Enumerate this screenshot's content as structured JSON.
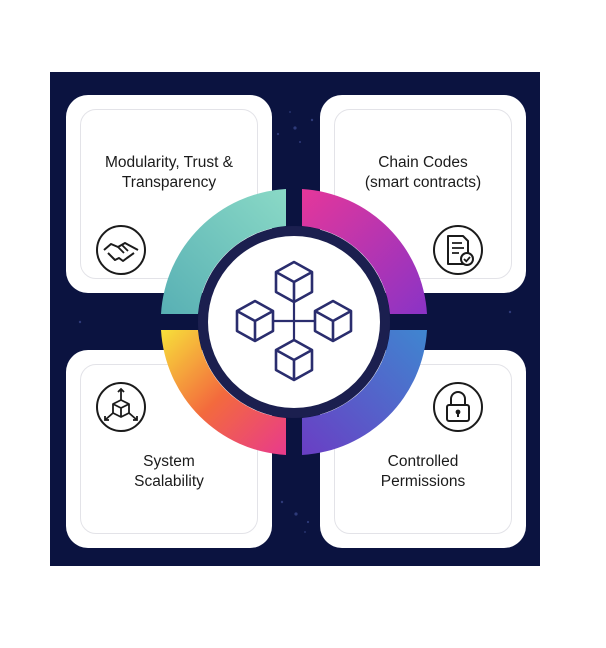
{
  "cards": [
    {
      "id": "modularity",
      "label": "Modularity, Trust  &\nTransparency",
      "icon": "handshake-icon"
    },
    {
      "id": "chaincodes",
      "label": "Chain Codes\n(smart contracts)",
      "icon": "document-check-icon"
    },
    {
      "id": "scalability",
      "label": "System\nScalability",
      "icon": "scalability-cube-icon"
    },
    {
      "id": "permissions",
      "label": "Controlled\nPermissions",
      "icon": "padlock-icon"
    }
  ],
  "center": {
    "icon": "blockchain-cubes-icon"
  },
  "colors": {
    "panel": "#0b1340",
    "teal_arc": [
      "#7fd3c6",
      "#58b0b4"
    ],
    "magenta_arc": [
      "#e5379a",
      "#8a33c6"
    ],
    "sunset_arc": [
      "#f7e03a",
      "#f0503d",
      "#e83a8c"
    ],
    "blue_arc": [
      "#3a77c9",
      "#6a3ec4"
    ],
    "center_ring": "#1b1f4f"
  }
}
